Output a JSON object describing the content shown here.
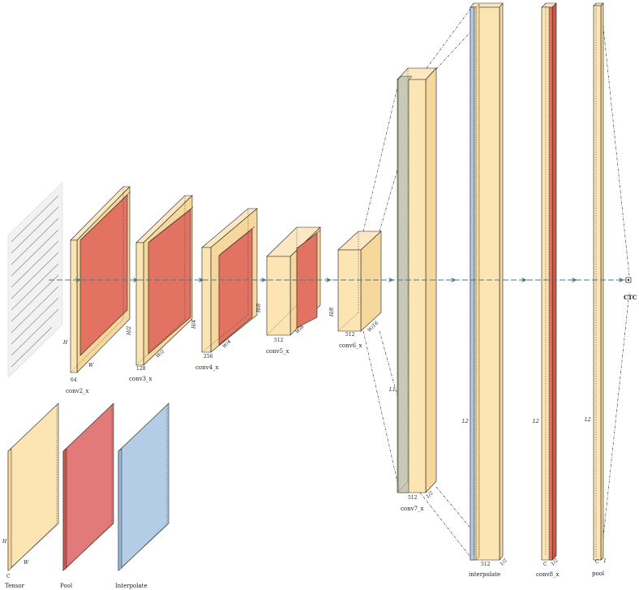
{
  "colors": {
    "tensor": "#fde5b3",
    "tensor_top": "#fbe8c2",
    "tensor_side": "#f6d79c",
    "pool": "#e27362",
    "pool_top": "#e98a7a",
    "pool_side": "#c45c4c",
    "pool_legend": "#e27a7a",
    "interpolate": "#b3cde6",
    "interpolate_side": "#98b7d6",
    "gray": "#c9c9b8",
    "arrow": "#4a7a86"
  },
  "input_image": {
    "description_icon": "handwritten-text-image"
  },
  "blocks": [
    {
      "id": "conv2",
      "label": "conv2_x",
      "channels": "64",
      "height_sym": "H",
      "width_sym": "W"
    },
    {
      "id": "conv3",
      "label": "conv3_x",
      "channels": "128",
      "height_sym": "H/2",
      "width_sym": "W/2"
    },
    {
      "id": "conv4",
      "label": "conv4_x",
      "channels": "256",
      "height_sym": "H/4",
      "width_sym": "W/4"
    },
    {
      "id": "conv5",
      "label": "conv5_x",
      "channels": "512",
      "height_sym": "H/8",
      "width_sym": "W/8"
    },
    {
      "id": "conv6",
      "label": "conv6_x",
      "channels": "512",
      "height_sym": "H/8",
      "width_sym": "W/16"
    },
    {
      "id": "conv7",
      "label": "conv7_x",
      "channels": "512",
      "height_sym": "L1",
      "width_sym": "1/2"
    },
    {
      "id": "interp",
      "label": "interpolate",
      "channels": "512",
      "height_sym": "L2",
      "width_sym": "1/2"
    },
    {
      "id": "conv8",
      "label": "conv8_x",
      "channels": "C",
      "height_sym": "L2",
      "width_sym": "1/2"
    },
    {
      "id": "pool",
      "label": "pool",
      "channels": "C",
      "height_sym": "L2",
      "width_sym": "1"
    }
  ],
  "output": {
    "label": "CTC"
  },
  "legend": [
    {
      "id": "tensor",
      "label": "Tensor",
      "channels": "C",
      "height_sym": "H",
      "width_sym": "W"
    },
    {
      "id": "pool",
      "label": "Pool"
    },
    {
      "id": "interpolate",
      "label": "Interpolate"
    }
  ]
}
